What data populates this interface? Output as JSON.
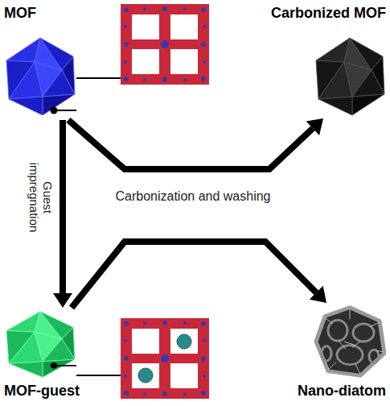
{
  "diagram": {
    "nodes": [
      {
        "text": [
          "MOF"
        ]
      },
      {
        "text": [
          "Carbonized MOF"
        ]
      },
      {
        "text": [
          "MOF-guest"
        ]
      },
      {
        "text": [
          "Nano-diatom"
        ]
      }
    ],
    "edges": [
      {
        "from": 0,
        "to": 1,
        "arrow": "to"
      },
      {
        "from": 0,
        "to": 2,
        "arrow": "to",
        "label": "Guest impregnation"
      },
      {
        "from": 2,
        "to": 3,
        "arrow": "to"
      }
    ],
    "labels": [
      "Carbonization and washing"
    ]
  }
}
